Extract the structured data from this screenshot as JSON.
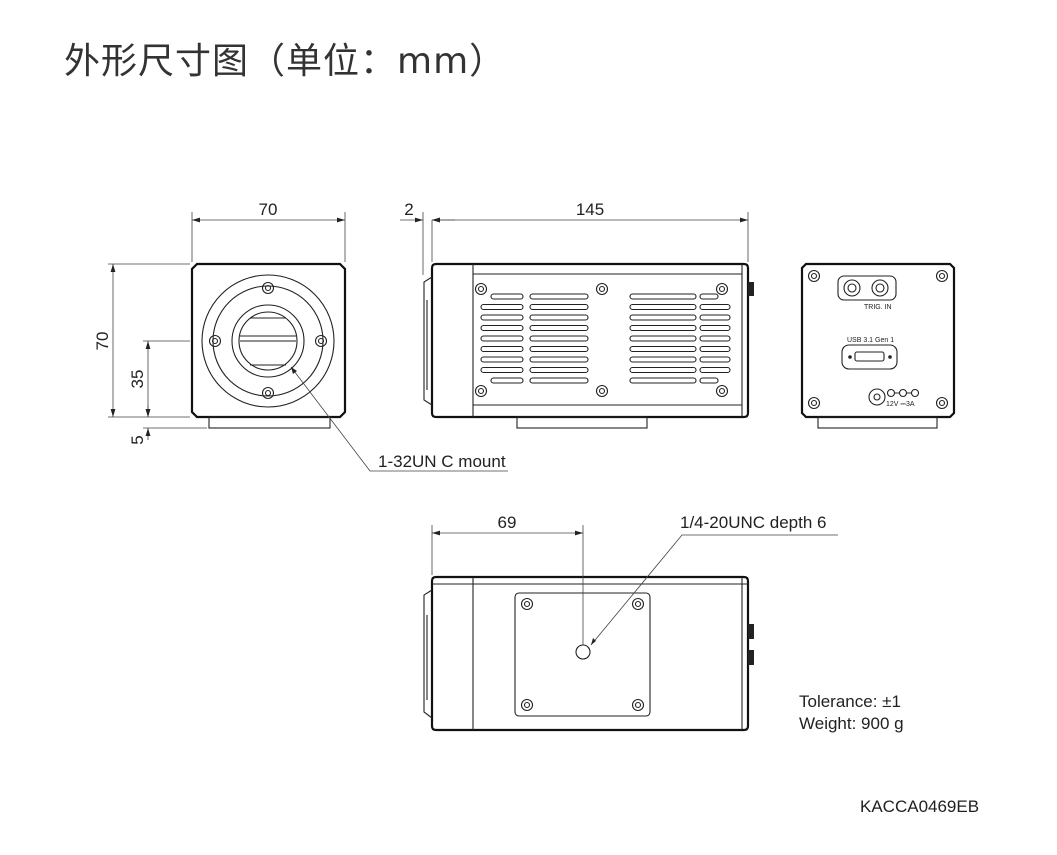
{
  "title": "外形尺寸图（单位：mm）",
  "front_view": {
    "width_dim": "70",
    "height_dim": "70",
    "center_dim": "35",
    "foot_dim": "5",
    "mount_label": "1-32UN C mount"
  },
  "side_view": {
    "flange_dim": "2",
    "length_dim": "145"
  },
  "rear_view": {
    "trig_label": "TRIG. IN",
    "usb_label": "USB 3.1 Gen 1",
    "power_label": "12V ⎓3A"
  },
  "bottom_view": {
    "hole_dim": "69",
    "hole_label": "1/4-20UNC depth 6"
  },
  "notes": {
    "tolerance": "Tolerance: ±1",
    "weight": "Weight: 900 g"
  },
  "drawing_number": "KACCA0469EB"
}
